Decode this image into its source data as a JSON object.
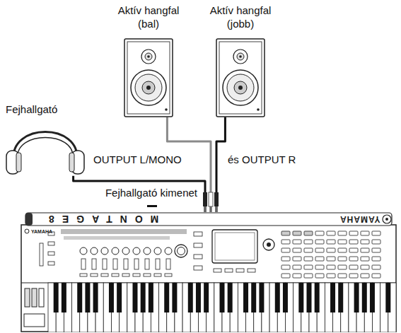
{
  "diagram": {
    "nodes": [
      {
        "text": [
          "Aktív hangfal (bal)"
        ]
      },
      {
        "text": [
          "Aktív hangfal (jobb)"
        ]
      },
      {
        "text": [
          "Fejhallgató"
        ]
      },
      {
        "text": [
          "MONTAGE8",
          "YAMAHA",
          "YAMAHA"
        ]
      }
    ],
    "edges": [
      {
        "from": 0,
        "to": 3,
        "arrow": "none",
        "label": "OUTPUT L/MONO"
      },
      {
        "from": 1,
        "to": 3,
        "arrow": "none",
        "label": "és OUTPUT R"
      },
      {
        "from": 2,
        "to": 3,
        "arrow": "none"
      }
    ],
    "labels": [
      "Fejhallgató kimenet"
    ]
  }
}
